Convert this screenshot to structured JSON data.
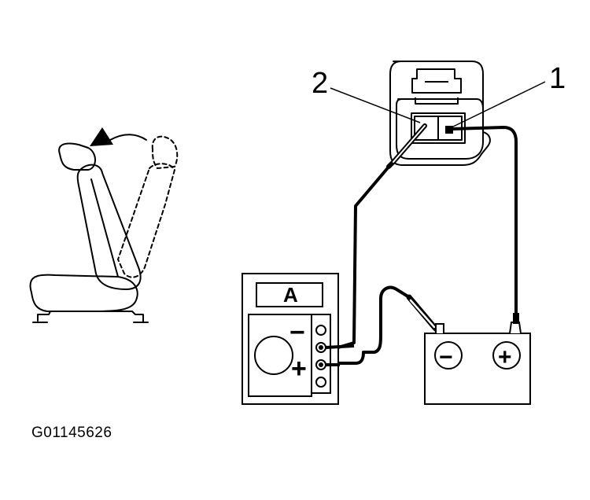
{
  "callouts": {
    "terminal_1": "1",
    "terminal_2": "2"
  },
  "ammeter": {
    "display_label": "A",
    "minus_sign": "−",
    "plus_sign": "+"
  },
  "battery": {
    "negative_sign": "−",
    "positive_sign": "+"
  },
  "figure_code": "G01145626"
}
